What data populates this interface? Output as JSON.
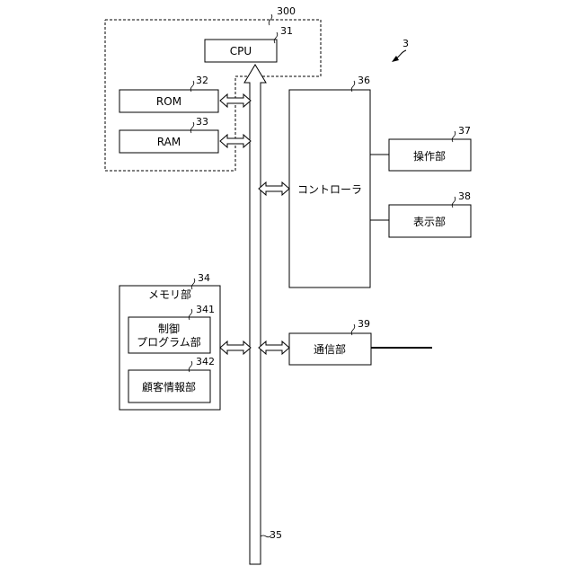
{
  "figure": {
    "ref_main": "3",
    "group_ref": "300",
    "bus_ref": "35",
    "cpu": {
      "ref": "31",
      "label": "CPU"
    },
    "rom": {
      "ref": "32",
      "label": "ROM"
    },
    "ram": {
      "ref": "33",
      "label": "RAM"
    },
    "memory": {
      "ref": "34",
      "label": "メモリ部",
      "control_program": {
        "ref": "341",
        "line1": "制御",
        "line2": "プログラム部"
      },
      "customer_info": {
        "ref": "342",
        "label": "顧客情報部"
      }
    },
    "controller": {
      "ref": "36",
      "label": "コントローラ"
    },
    "operation": {
      "ref": "37",
      "label": "操作部"
    },
    "display": {
      "ref": "38",
      "label": "表示部"
    },
    "comm": {
      "ref": "39",
      "label": "通信部"
    }
  }
}
